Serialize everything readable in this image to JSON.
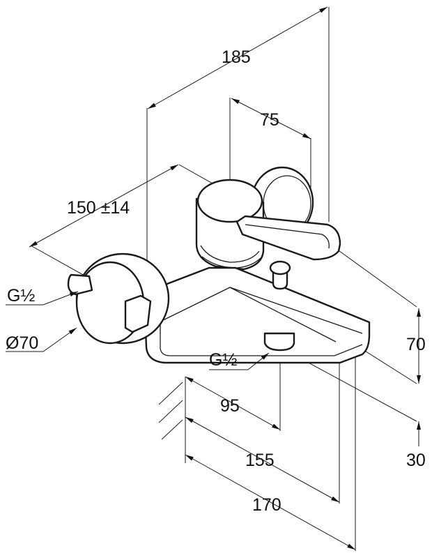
{
  "dimensions": {
    "d185": "185",
    "d75": "75",
    "d150": "150 ±14",
    "d70": "70",
    "d30": "30",
    "d95": "95",
    "d155": "155",
    "d170": "170"
  },
  "threads": {
    "inlet": "G½",
    "outlet": "G½"
  },
  "diameters": {
    "rosette": "Ø70"
  }
}
